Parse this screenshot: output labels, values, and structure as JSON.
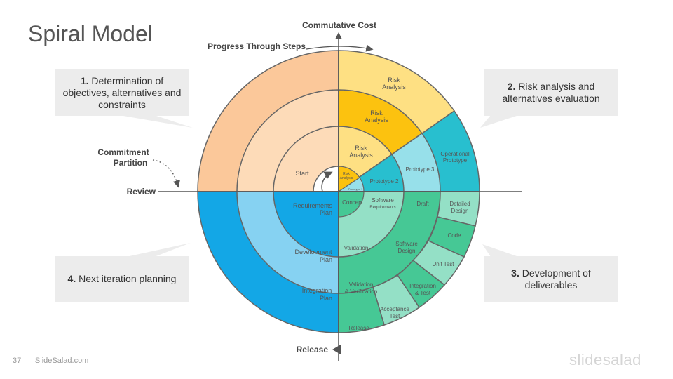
{
  "title": "Spiral Model",
  "callouts": {
    "c1": {
      "num": "1.",
      "text": "Determination of objectives, alternatives and constraints"
    },
    "c2": {
      "num": "2.",
      "text": "Risk analysis and alternatives evaluation"
    },
    "c3": {
      "num": "3.",
      "text": "Development of deliverables"
    },
    "c4": {
      "num": "4.",
      "text": "Next iteration planning"
    }
  },
  "axes": {
    "top": "Commutative Cost",
    "progress": "Progress Through Steps",
    "left": "Review",
    "bottom": "Release",
    "commitment": "Commitment",
    "partition": "Partition"
  },
  "quadrant1": {
    "risk1": [
      "Risk",
      "Analysis"
    ],
    "risk2": [
      "Risk",
      "Analysis"
    ],
    "risk3": [
      "Risk",
      "Analysis"
    ],
    "risk4": [
      "Risk",
      "Analysis"
    ],
    "operational": [
      "Operational",
      "Prototype"
    ],
    "prototype3": "Prototype 3",
    "prototype2": "Prototype 2",
    "prototype1": "Prototype 1"
  },
  "quadrant2": {
    "start": "Start"
  },
  "quadrant3": {
    "requirements": [
      "Requirements",
      "Plan"
    ],
    "development": [
      "Development",
      "Plan"
    ],
    "integration": [
      "Integration",
      "Plan"
    ]
  },
  "quadrant4": {
    "concept": "Concept",
    "software_requirements": [
      "Software",
      "Requirements"
    ],
    "draft": "Draft",
    "validation": "Validation",
    "software_design": [
      "Software",
      "Design"
    ],
    "validation_verification": [
      "Validation",
      "& Verification"
    ],
    "detailed_design": [
      "Detailed",
      "Design"
    ],
    "code": "Code",
    "unit_test": "Unit Test",
    "integration_test": [
      "Integration",
      "& Test"
    ],
    "acceptance_test": [
      "Acceptance",
      "Test"
    ],
    "release": "Release"
  },
  "footer": {
    "page": "37",
    "site": "| SlideSalad.com",
    "brand": "slidesalad"
  },
  "colors": {
    "peach_outer": "#fbc89a",
    "peach_inner": "#fddbb8",
    "yellow_light": "#fee083",
    "yellow": "#fcc20f",
    "teal": "#28bfcf",
    "teal_light": "#97e0ea",
    "blue": "#13a7e6",
    "blue_light": "#86d2f2",
    "green": "#46c895",
    "green_light": "#94e0c6",
    "callout_bg": "#ececec"
  }
}
